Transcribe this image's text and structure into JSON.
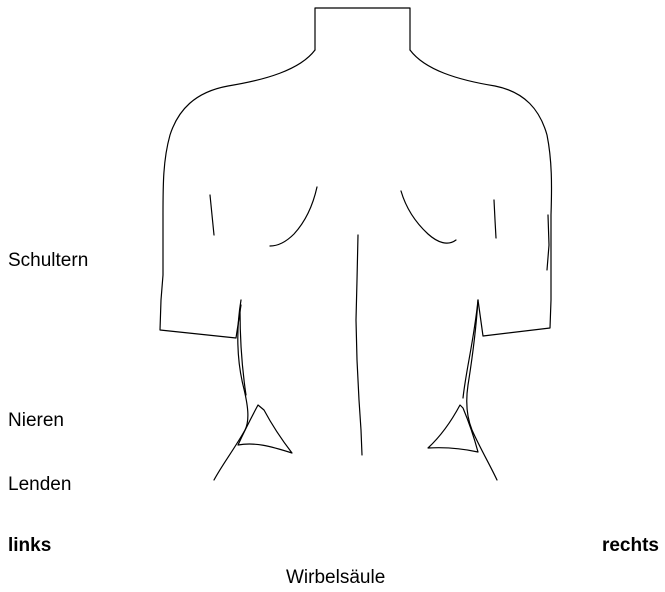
{
  "labels": {
    "shoulders": "Schultern",
    "kidneys": "Nieren",
    "loins": "Lenden",
    "left": "links",
    "right": "rechts",
    "spine": "Wirbelsäule"
  }
}
